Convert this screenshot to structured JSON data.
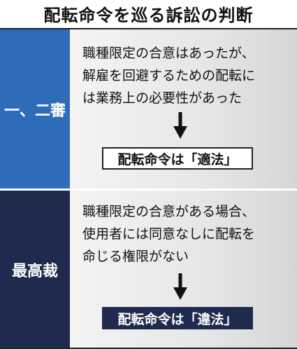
{
  "title": "配転命令を巡る訴訟の判断",
  "rows": [
    {
      "label": "一、二審",
      "description": "職種限定の合意はあったが、\n解雇を回避するための配転に\nは業務上の必要性があった",
      "result": "配転命令は「適法」"
    },
    {
      "label": "最高裁",
      "description": "職種限定の合意がある場合、\n使用者には同意なしに配転を\n命じる権限がない",
      "result": "配転命令は「違法」"
    }
  ],
  "colors": {
    "row1_label_bg": "#2f6cb8",
    "row2_label_bg": "#1f2a4e",
    "result2_bg": "#1f2a4e"
  },
  "icons": [
    "arrow-down-icon",
    "arrow-down-icon"
  ]
}
